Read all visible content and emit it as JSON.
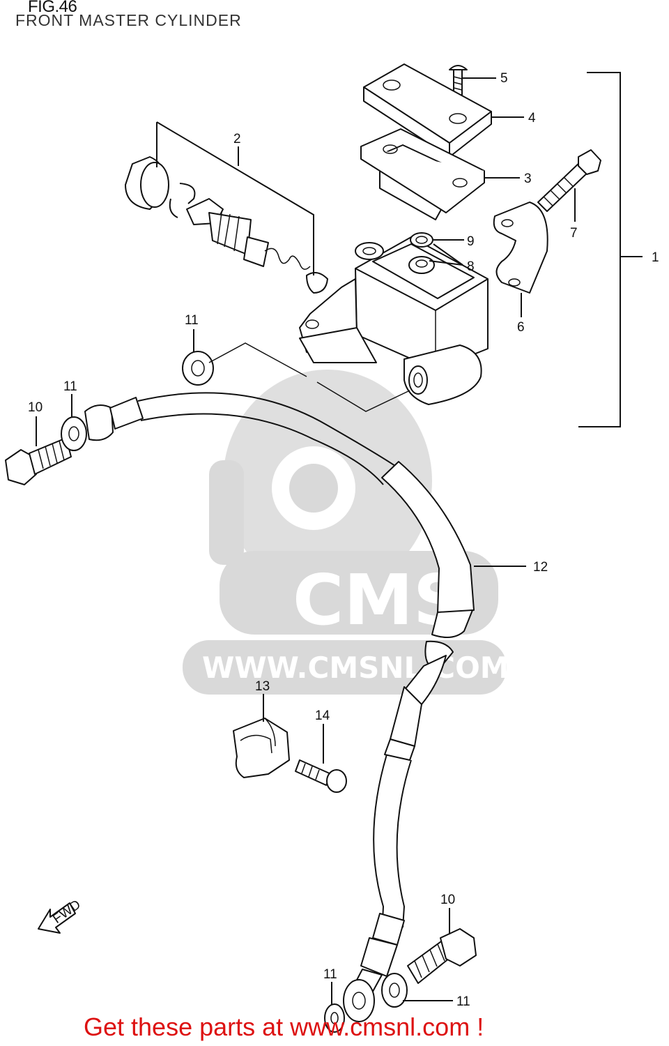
{
  "title": "FIG.46",
  "subtitle": "FRONT MASTER CYLINDER",
  "callouts": {
    "c1": "1",
    "c2": "2",
    "c3": "3",
    "c4": "4",
    "c5": "5",
    "c6": "6",
    "c7": "7",
    "c8": "8",
    "c9": "9",
    "c10a": "10",
    "c10b": "10",
    "c11a": "11",
    "c11b": "11",
    "c11c": "11",
    "c11d": "11",
    "c12": "12",
    "c13": "13",
    "c14": "14"
  },
  "watermark": {
    "brand": "CMS",
    "url": "WWW.CMSNL.COM"
  },
  "fwd_label": "FWD",
  "footer": "Get these parts at www.cmsnl.com !",
  "colors": {
    "footer": "#dd1111",
    "watermark": "#d9d9d9",
    "line": "#111111"
  }
}
